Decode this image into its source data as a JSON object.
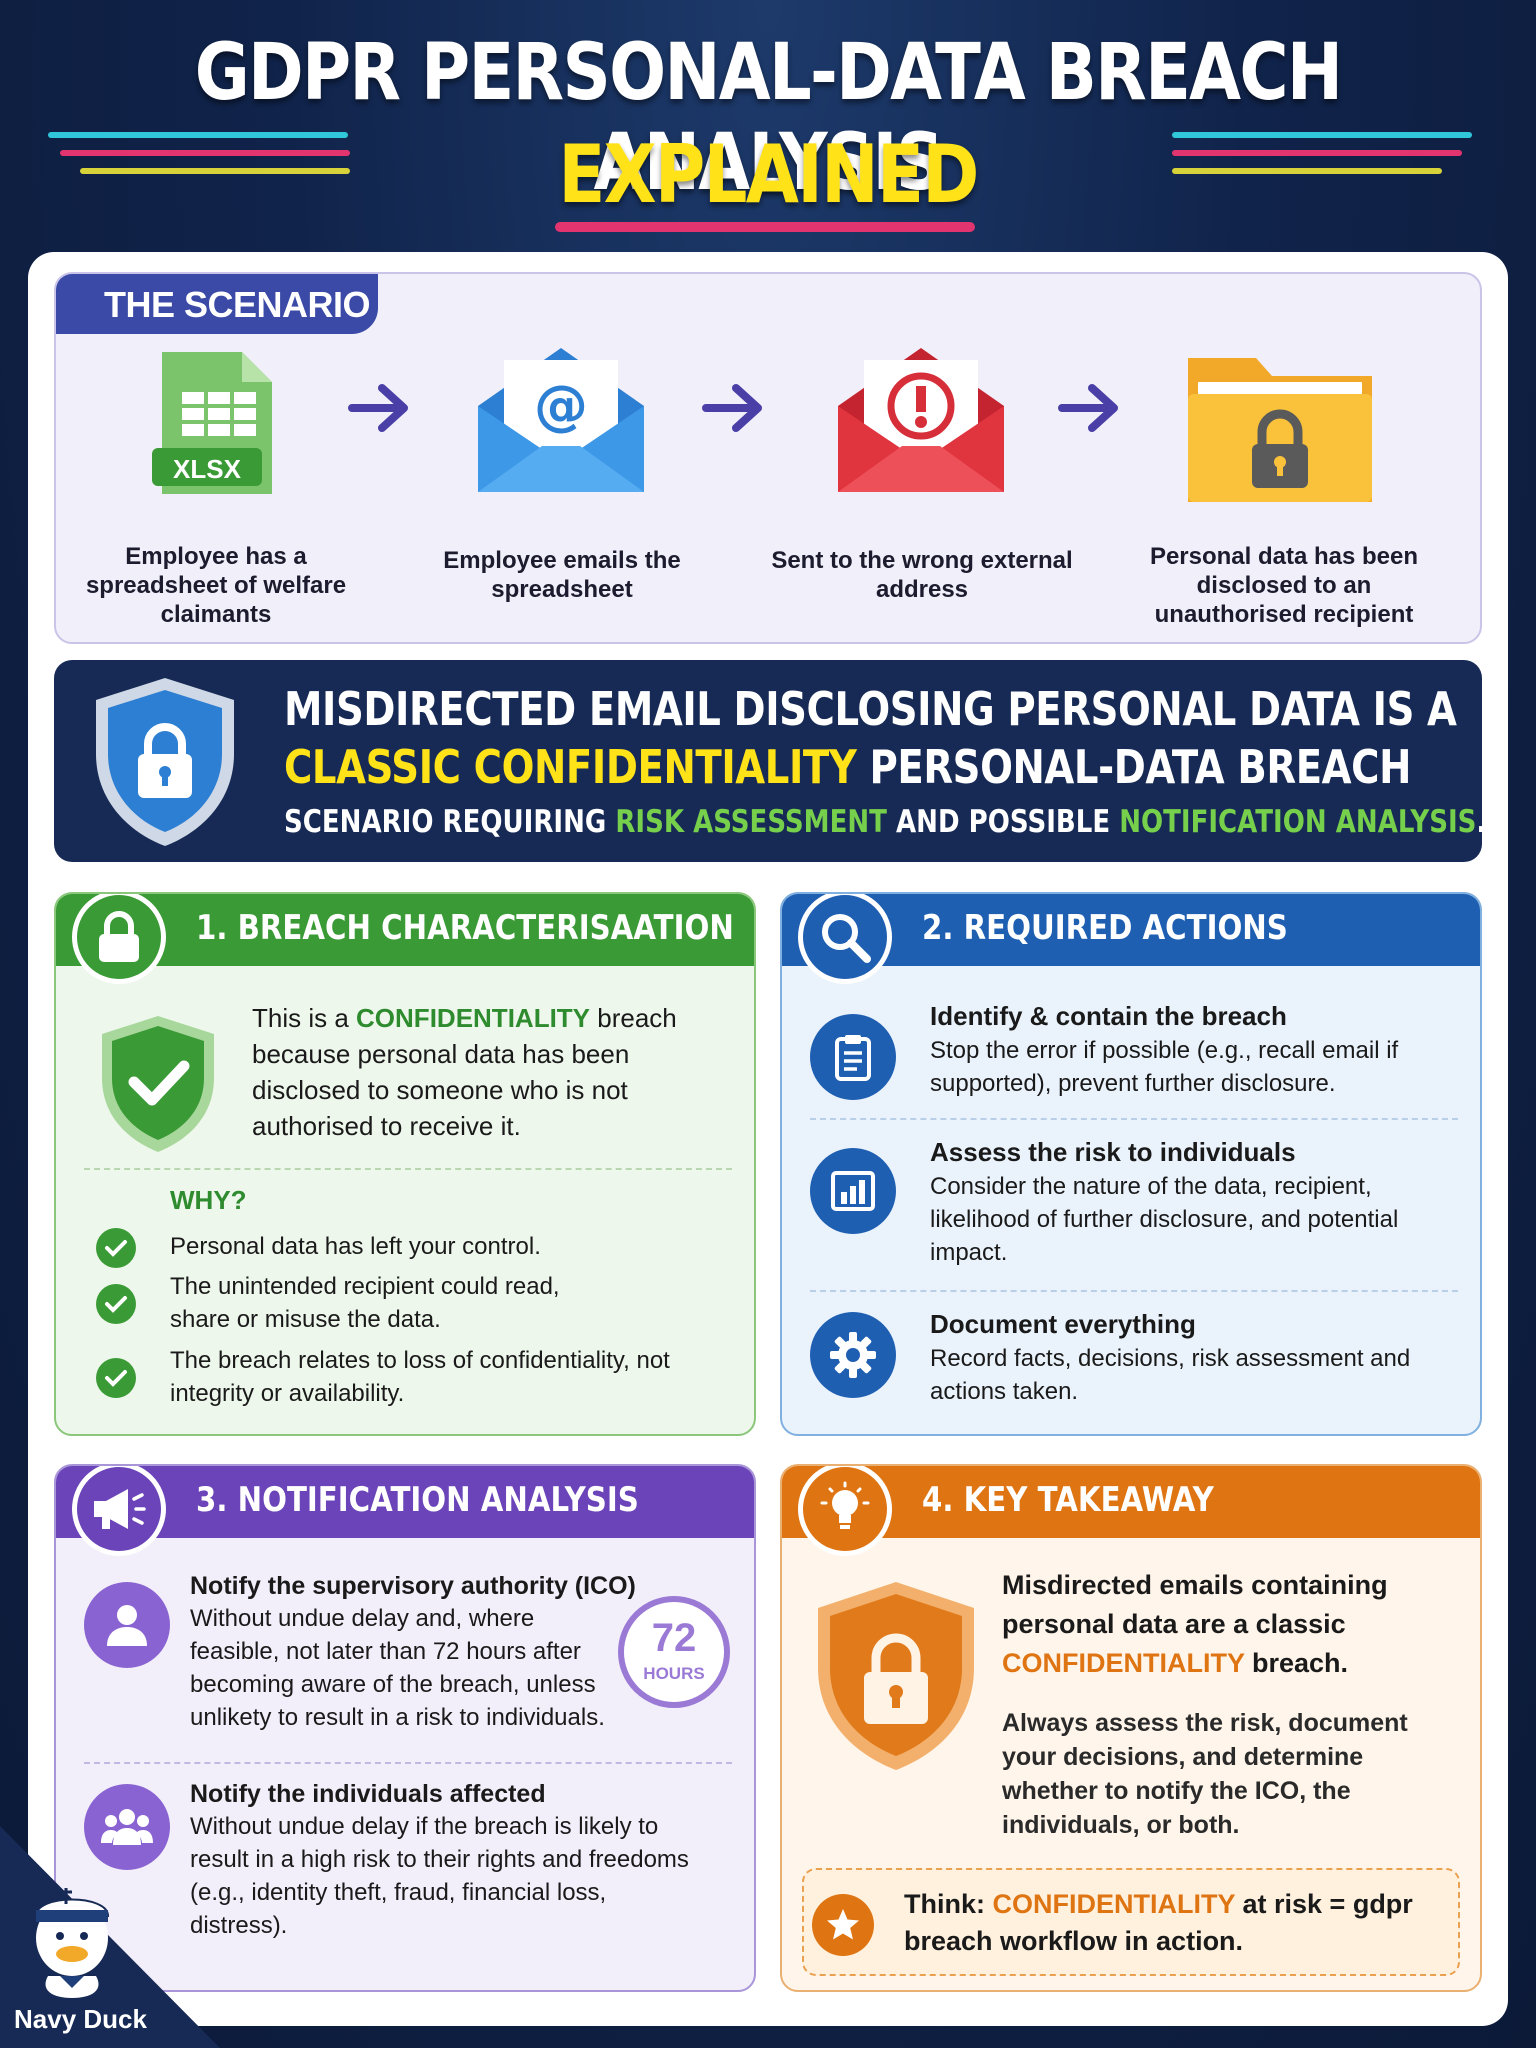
{
  "header": {
    "title_line1": "GDPR PERSONAL-DATA BREACH ANALYSIS",
    "title_line2": "EXPLAINED"
  },
  "scenario": {
    "tab": "THE SCENARIO",
    "steps": [
      {
        "icon": "spreadsheet-icon",
        "badge": "XLSX",
        "label": "Employee has a spreadsheet of welfare claimants"
      },
      {
        "icon": "email-icon",
        "label": "Employee emails the spreadsheet"
      },
      {
        "icon": "wrong-email-icon",
        "label": "Sent to the wrong external address"
      },
      {
        "icon": "locked-folder-icon",
        "label": "Personal data has been disclosed to an unauthorised recipient"
      }
    ]
  },
  "banner": {
    "line1": "MISDIRECTED EMAIL DISCLOSING PERSONAL DATA IS A",
    "line2_highlight": "CLASSIC CONFIDENTIALITY",
    "line2_rest": " PERSONAL-DATA BREACH",
    "line3_a": "SCENARIO REQUIRING ",
    "line3_hl1": "RISK ASSESSMENT",
    "line3_b": " AND POSSIBLE ",
    "line3_hl2": "NOTIFICATION ANALYSIS",
    "line3_c": "."
  },
  "breach": {
    "title": "1. BREACH CHARACTERISAATION",
    "intro_a": "This is a ",
    "intro_hl": "CONFIDENTIALITY",
    "intro_b": " breach because personal data has been disclosed to someone who is not authorised to receive it.",
    "why_label": "WHY?",
    "reasons": [
      "Personal data has left your control.",
      "The unintended recipient could read, share or misuse the data.",
      "The breach relates to loss of confidentiality, not integrity or availability."
    ]
  },
  "actions": {
    "title": "2. REQUIRED ACTIONS",
    "items": [
      {
        "icon": "clipboard-icon",
        "heading": "Identify & contain the breach",
        "body": "Stop the error if possible (e.g., recall email if supported), prevent further disclosure."
      },
      {
        "icon": "bar-chart-icon",
        "heading": "Assess the risk to individuals",
        "body": "Consider the nature of the data, recipient, likelihood of further disclosure, and potential impact."
      },
      {
        "icon": "gear-icon",
        "heading": "Document everything",
        "body": "Record facts, decisions, risk assessment and actions taken."
      }
    ]
  },
  "notification": {
    "title": "3. NOTIFICATION ANALYSIS",
    "items": [
      {
        "icon": "person-icon",
        "heading": "Notify the supervisory authority (ICO)",
        "body": "Without undue delay and, where feasible, not later than 72 hours after becoming aware of the breach, unless unlikety to result in a risk to individuals."
      },
      {
        "icon": "group-icon",
        "heading": "Notify the individuals affected",
        "body": "Without undue delay if the breach is likely to result in a high risk to their rights and freedoms (e.g., identity theft, fraud, financial loss, distress)."
      }
    ],
    "timer_number": "72",
    "timer_unit": "HOURS"
  },
  "takeaway": {
    "title": "4. KEY TAKEAWAY",
    "lead_a": "Misdirected emails containing personal data are a classic ",
    "lead_hl": "CONFIDENTIALITY",
    "lead_b": " breach.",
    "body": "Always assess the risk, document your decisions, and determine whether to notify the ICO, the individuals, or both.",
    "think_a": "Think: ",
    "think_hl": "CONFIDENTIALITY",
    "think_b": " at risk = gdpr breach workflow in action."
  },
  "brand": {
    "name": "Navy Duck"
  },
  "colors": {
    "navy": "#172a55",
    "yellow": "#ffe318",
    "green": "#3a9a35",
    "blue": "#1f5fb2",
    "purple": "#6a44b8",
    "orange": "#df7412"
  }
}
